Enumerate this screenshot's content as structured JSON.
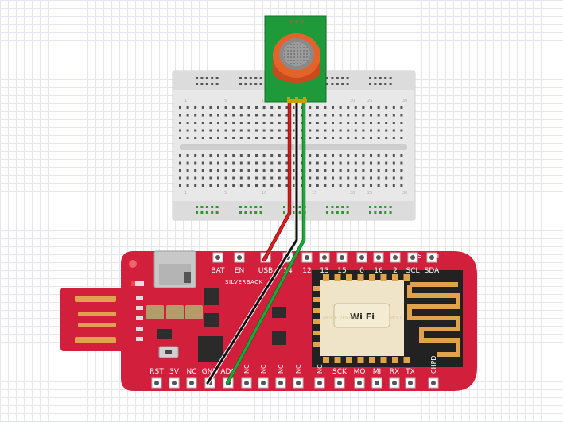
{
  "breadboard": {
    "column_numbers": [
      "1",
      "5",
      "10",
      "15",
      "20",
      "25",
      "30"
    ]
  },
  "board": {
    "brand": "SILVERBACK",
    "top_pins": [
      {
        "label": "BAT"
      },
      {
        "label": "EN"
      },
      {
        "label": "USB"
      },
      {
        "label": "14"
      },
      {
        "label": "12"
      },
      {
        "label": "13"
      },
      {
        "label": "15"
      },
      {
        "label": "0"
      },
      {
        "label": "16"
      },
      {
        "label": "2"
      },
      {
        "label": "SCL"
      },
      {
        "label": "SDA"
      }
    ],
    "corner_pins": [
      "5",
      "4"
    ],
    "bottom_pins": [
      {
        "label": "RST"
      },
      {
        "label": "3V"
      },
      {
        "label": "NC"
      },
      {
        "label": "GND"
      },
      {
        "label": "ADC"
      },
      {
        "label": "NC"
      },
      {
        "label": "NC"
      },
      {
        "label": "NC"
      },
      {
        "label": "NC"
      },
      {
        "label": "NC"
      },
      {
        "label": "SCK"
      },
      {
        "label": "MO"
      },
      {
        "label": "MI"
      },
      {
        "label": "RX"
      },
      {
        "label": "TX"
      },
      {
        "label": "CHPD"
      }
    ]
  },
  "wifi_module": {
    "logo_text": "Wi Fi",
    "side_left": "MODE VENDOR",
    "side_right": "MOD"
  },
  "colors": {
    "board": "#d21f3c",
    "sensor_pcb": "#1f9a3a",
    "sensor_cap": "#e2642a",
    "wire_red": "#d81e1e",
    "wire_black": "#111111",
    "wire_green": "#1fa83a"
  }
}
